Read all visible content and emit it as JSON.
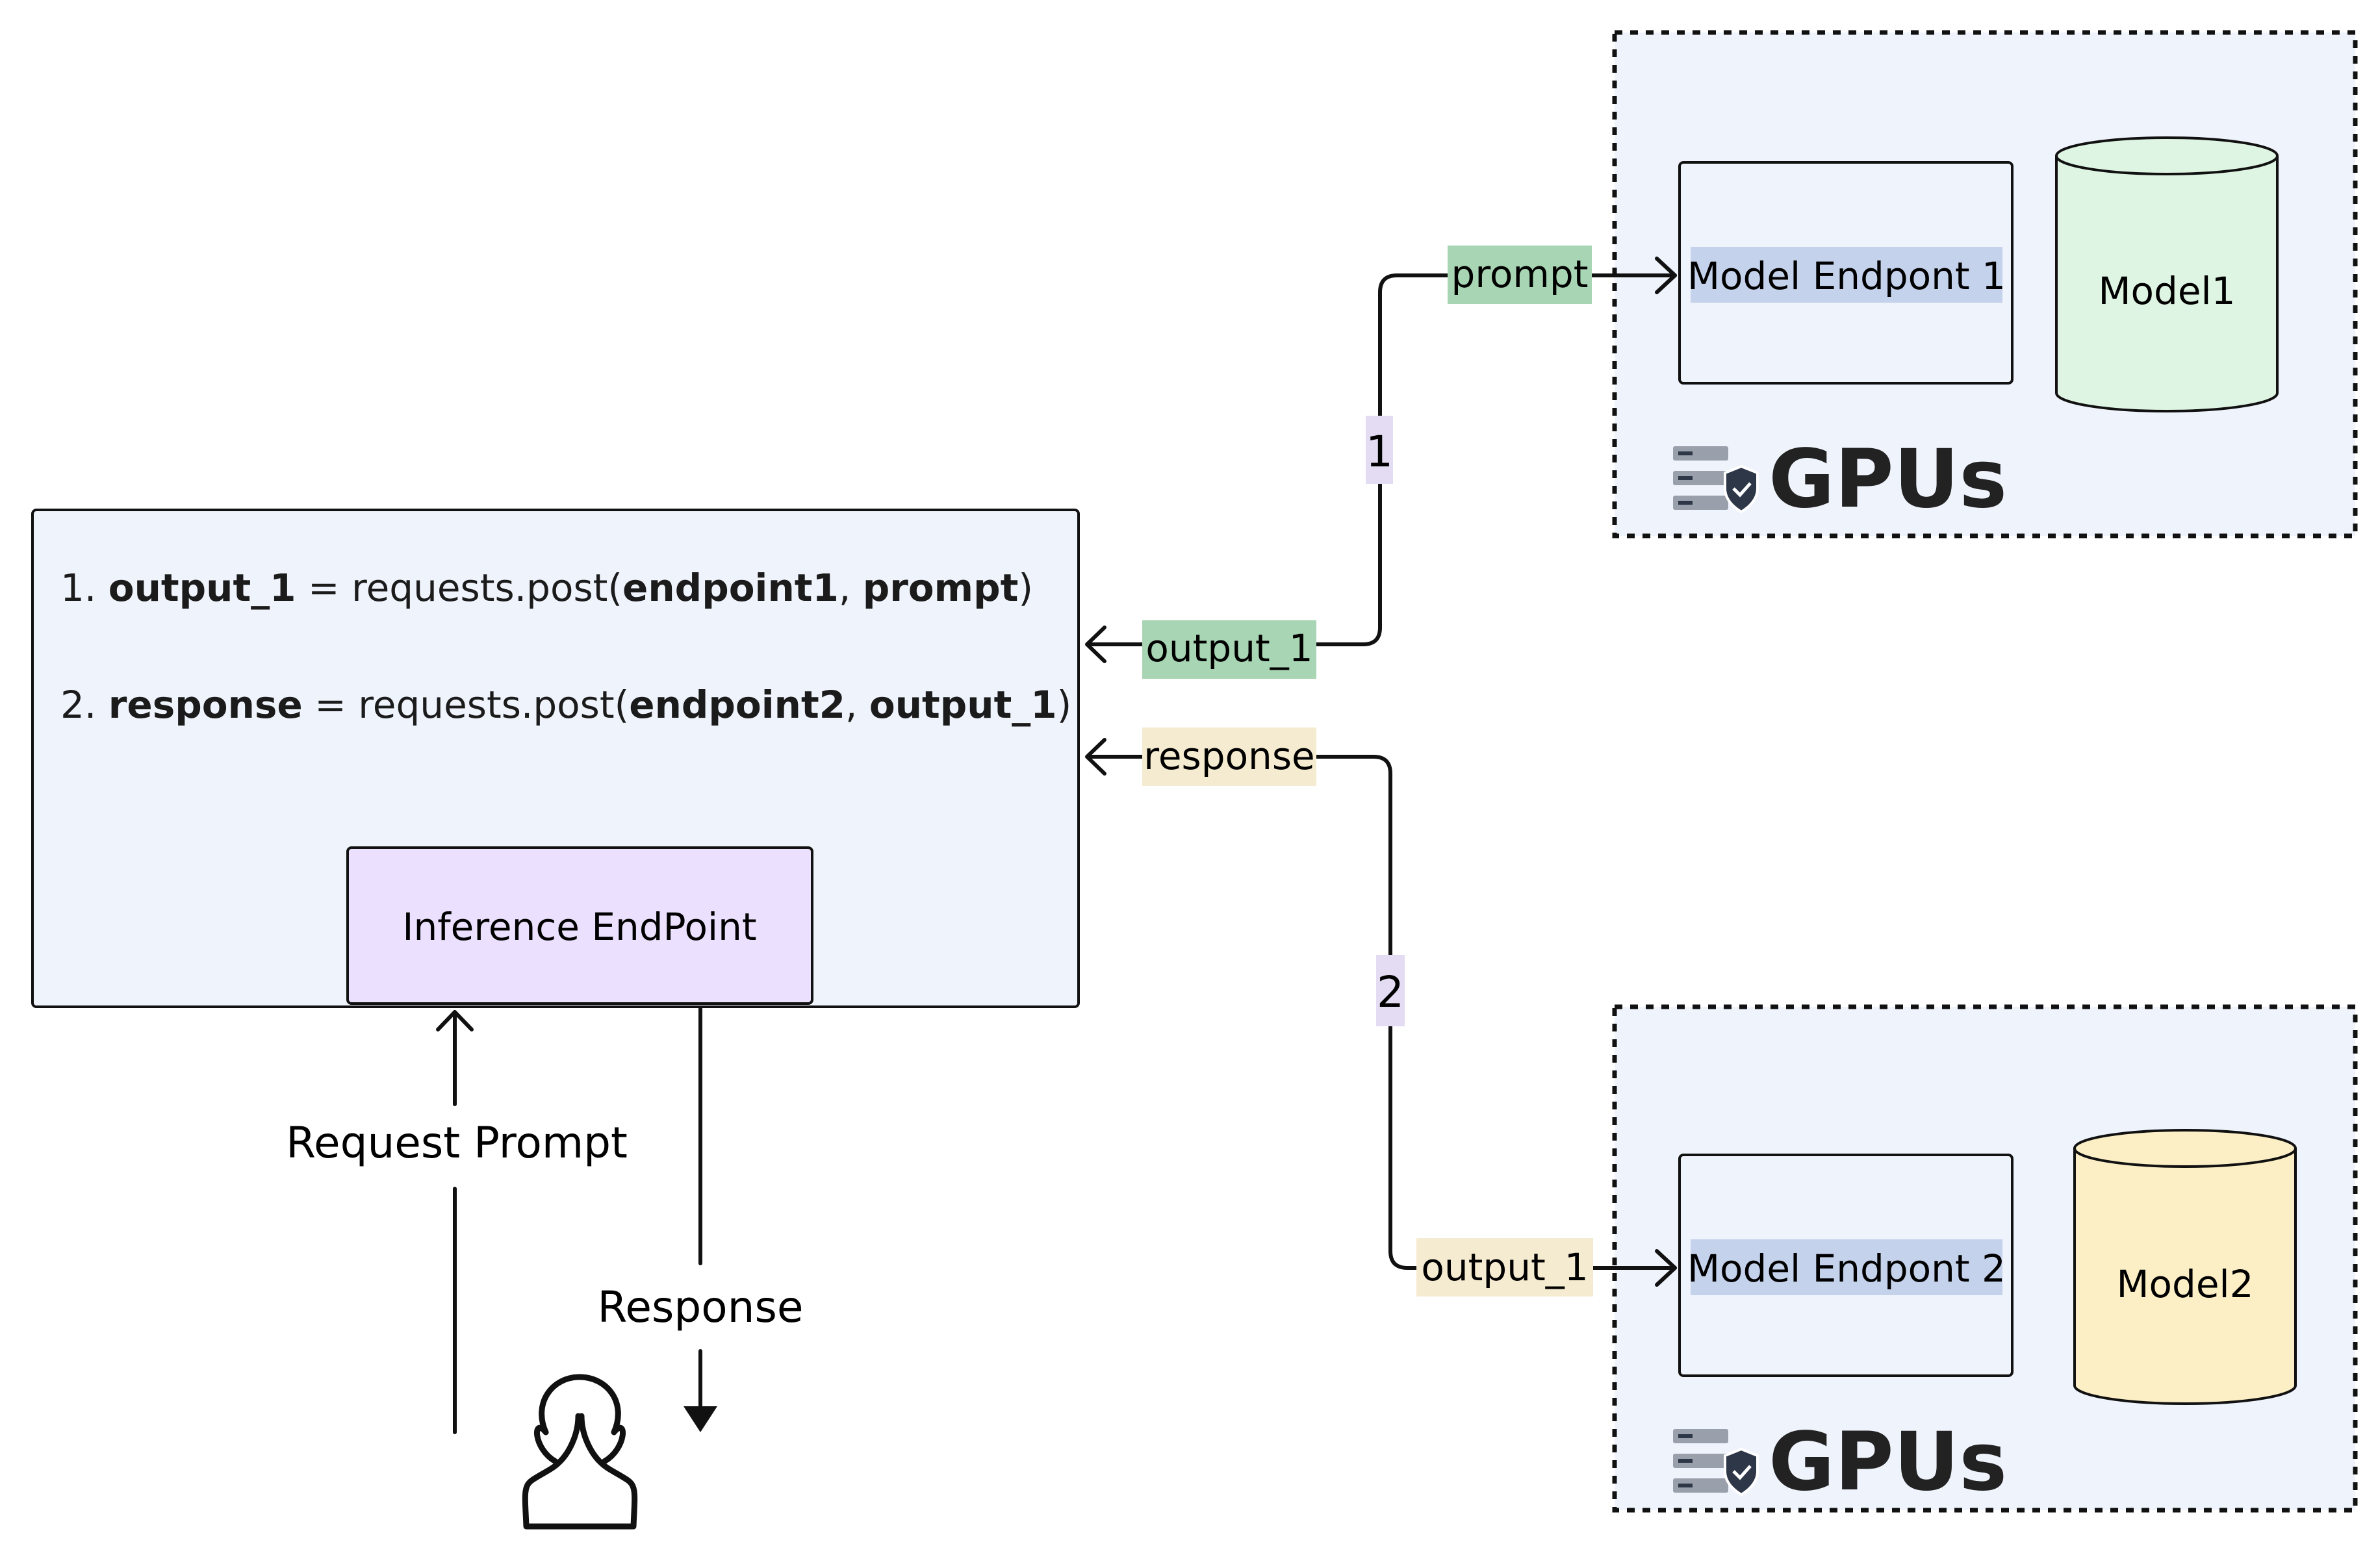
{
  "code": {
    "line1": {
      "num": "1.",
      "var": "output_1",
      "mid": " = requests.post(",
      "arg1": "endpoint1",
      "sep": ", ",
      "arg2": "prompt",
      "end": ")"
    },
    "line2": {
      "num": "2.",
      "var": "response",
      "mid": " = requests.post(",
      "arg1": "endpoint2",
      "sep": ", ",
      "arg2": "output_1",
      "end": ")"
    }
  },
  "inference_endpoint": {
    "label": "Inference EndPoint"
  },
  "user": {
    "request_label": "Request Prompt",
    "response_label": "Response"
  },
  "gpu_group_1": {
    "title": "GPUs",
    "endpoint_label": "Model Endpont 1",
    "model_label": "Model1"
  },
  "gpu_group_2": {
    "title": "GPUs",
    "endpoint_label": "Model Endpont 2",
    "model_label": "Model2"
  },
  "flow_1": {
    "step": "1",
    "prompt_label": "prompt",
    "output_label": "output_1"
  },
  "flow_2": {
    "step": "2",
    "input_label": "output_1",
    "response_label": "response"
  },
  "colors": {
    "panel_fill": "#eff3fc",
    "inference_fill": "#ebe0fd",
    "model1_fill": "#dff5e3",
    "model2_fill": "#fcefc6",
    "green_tag": "#a8d5b3",
    "yellow_tag": "#f5ebd0",
    "blue_tag": "#c5d2ec",
    "purple_tag": "#e3dcf2"
  }
}
